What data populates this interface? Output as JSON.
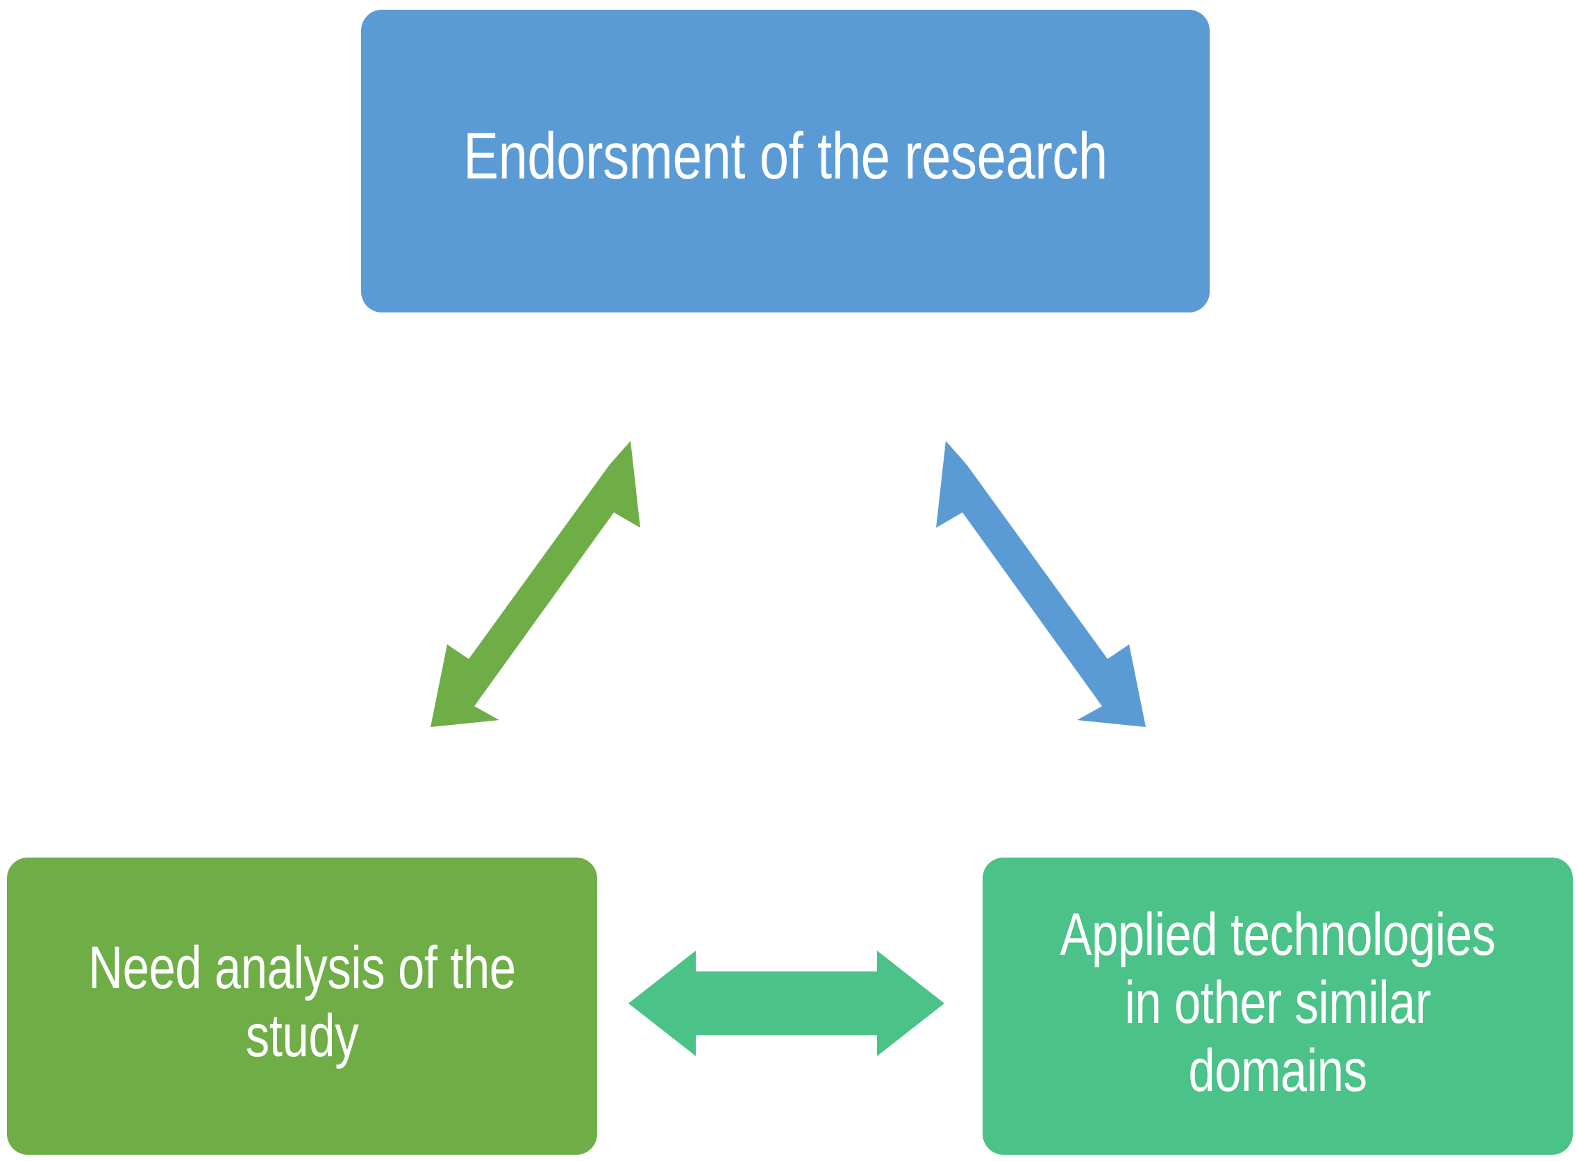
{
  "diagram": {
    "title_text": "",
    "background_color": "#FFFFFF",
    "nodes": [
      {
        "id": "endorsement",
        "label": "Endorsment of the research",
        "color": "#5B9BD5",
        "position": "top-center"
      },
      {
        "id": "need-analysis",
        "label": "Need analysis of the\nstudy",
        "color": "#6FAD47",
        "position": "bottom-left"
      },
      {
        "id": "applied-tech",
        "label": "Applied technologies\nin other similar\ndomains",
        "color": "#4BC288",
        "position": "bottom-right"
      }
    ],
    "connectors": [
      {
        "id": "left-diagonal",
        "icon": "double-headed-diagonal-arrow-up-right",
        "color": "#6FAD47",
        "from": "need-analysis",
        "to": "endorsement",
        "direction": "bidirectional"
      },
      {
        "id": "right-diagonal",
        "icon": "double-headed-diagonal-arrow-up-left",
        "color": "#5B9BD5",
        "from": "applied-tech",
        "to": "endorsement",
        "direction": "bidirectional"
      },
      {
        "id": "bottom-horizontal",
        "icon": "double-headed-horizontal-arrow",
        "color": "#4BC288",
        "from": "need-analysis",
        "to": "applied-tech",
        "direction": "bidirectional"
      }
    ]
  }
}
